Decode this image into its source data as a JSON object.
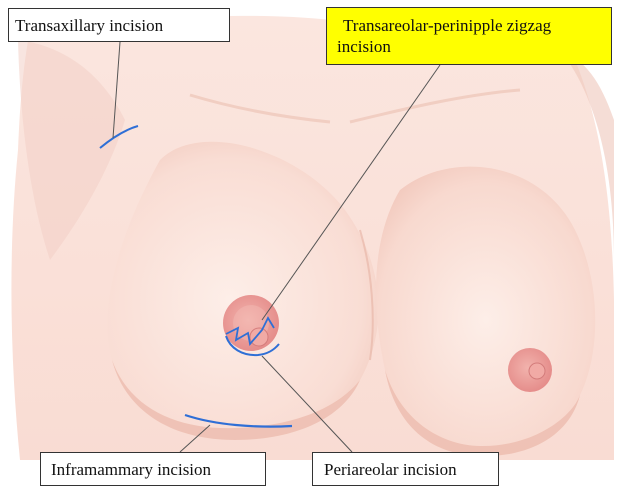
{
  "labels": {
    "transaxillary": "Transaxillary incision",
    "zigzag_line1": "Transareolar-perinipple zigzag",
    "zigzag_line2": "incision",
    "inframammary": "Inframammary incision",
    "periareolar": "Periareolar incision"
  },
  "colors": {
    "skin": "#fbe4dd",
    "skin_shadow": "#f2c9bd",
    "areola": "#ec9f9f",
    "nipple": "#e78c8c",
    "incision": "#2f6fd6",
    "leader": "#555555",
    "highlight": "#ffff00"
  }
}
